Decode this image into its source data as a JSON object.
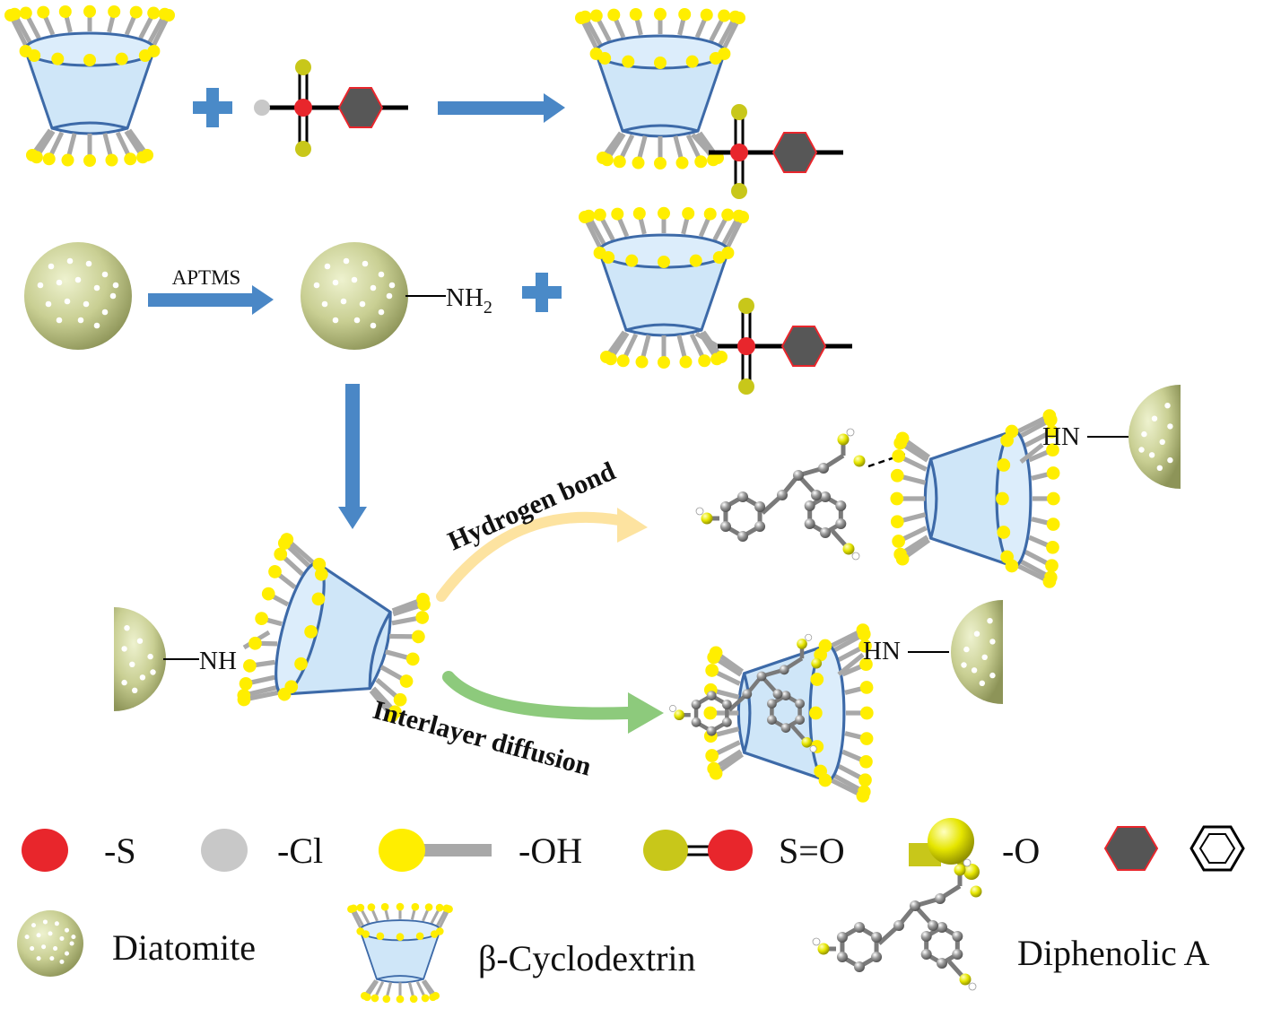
{
  "labels": {
    "aptms": "APTMS",
    "nh2": "NH",
    "nh2_sub": "2",
    "nh": "NH",
    "hn_top": "HN",
    "hn_bottom": "HN",
    "hydrogen_bond": "Hydrogen bond",
    "interlayer_diffusion": "Interlayer diffusion"
  },
  "legend": {
    "s": "-S",
    "cl": "-Cl",
    "oh": "-OH",
    "so": "S=O",
    "o": "-O",
    "diatomite": "Diatomite",
    "cyclodextrin": "β-Cyclodextrin",
    "diphenolic": "Diphenolic A"
  },
  "colors": {
    "arrow_blue": "#3f7fbf",
    "cup_fill": "#cfe6f8",
    "cup_stroke": "#3d6aa8",
    "oh_yellow": "#ffee00",
    "oh_stick": "#a8a8a8",
    "sulfur_red": "#e8262c",
    "chlorine_gray": "#c8c8c8",
    "so_olive": "#c8c71a",
    "benzene_gray": "#555555",
    "diatomite_green": "#c9cf93",
    "hbond_arrow": "#fde3a0",
    "diffusion_arrow": "#8dca7c"
  }
}
